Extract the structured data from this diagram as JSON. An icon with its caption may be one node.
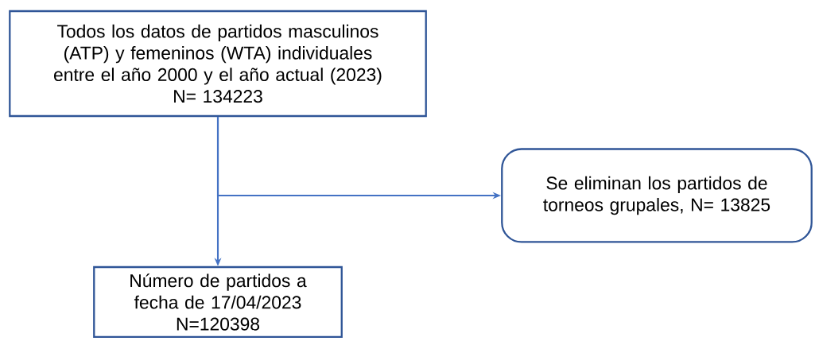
{
  "diagram": {
    "nodes": [
      {
        "text": [
          "Todos los datos de partidos masculinos (ATP) y femeninos (WTA) individuales entre el año 2000 y el año actual (2023)",
          "N= 134223"
        ]
      },
      {
        "text": [
          "Se eliminan los partidos de torneos grupales, N= 13825"
        ]
      },
      {
        "text": [
          "Número de partidos a fecha de 17/04/2023",
          "N=120398"
        ]
      }
    ],
    "edges": [
      {
        "from": 0,
        "to": 1,
        "arrow": "to"
      },
      {
        "from": 0,
        "to": 2,
        "arrow": "to"
      }
    ]
  }
}
